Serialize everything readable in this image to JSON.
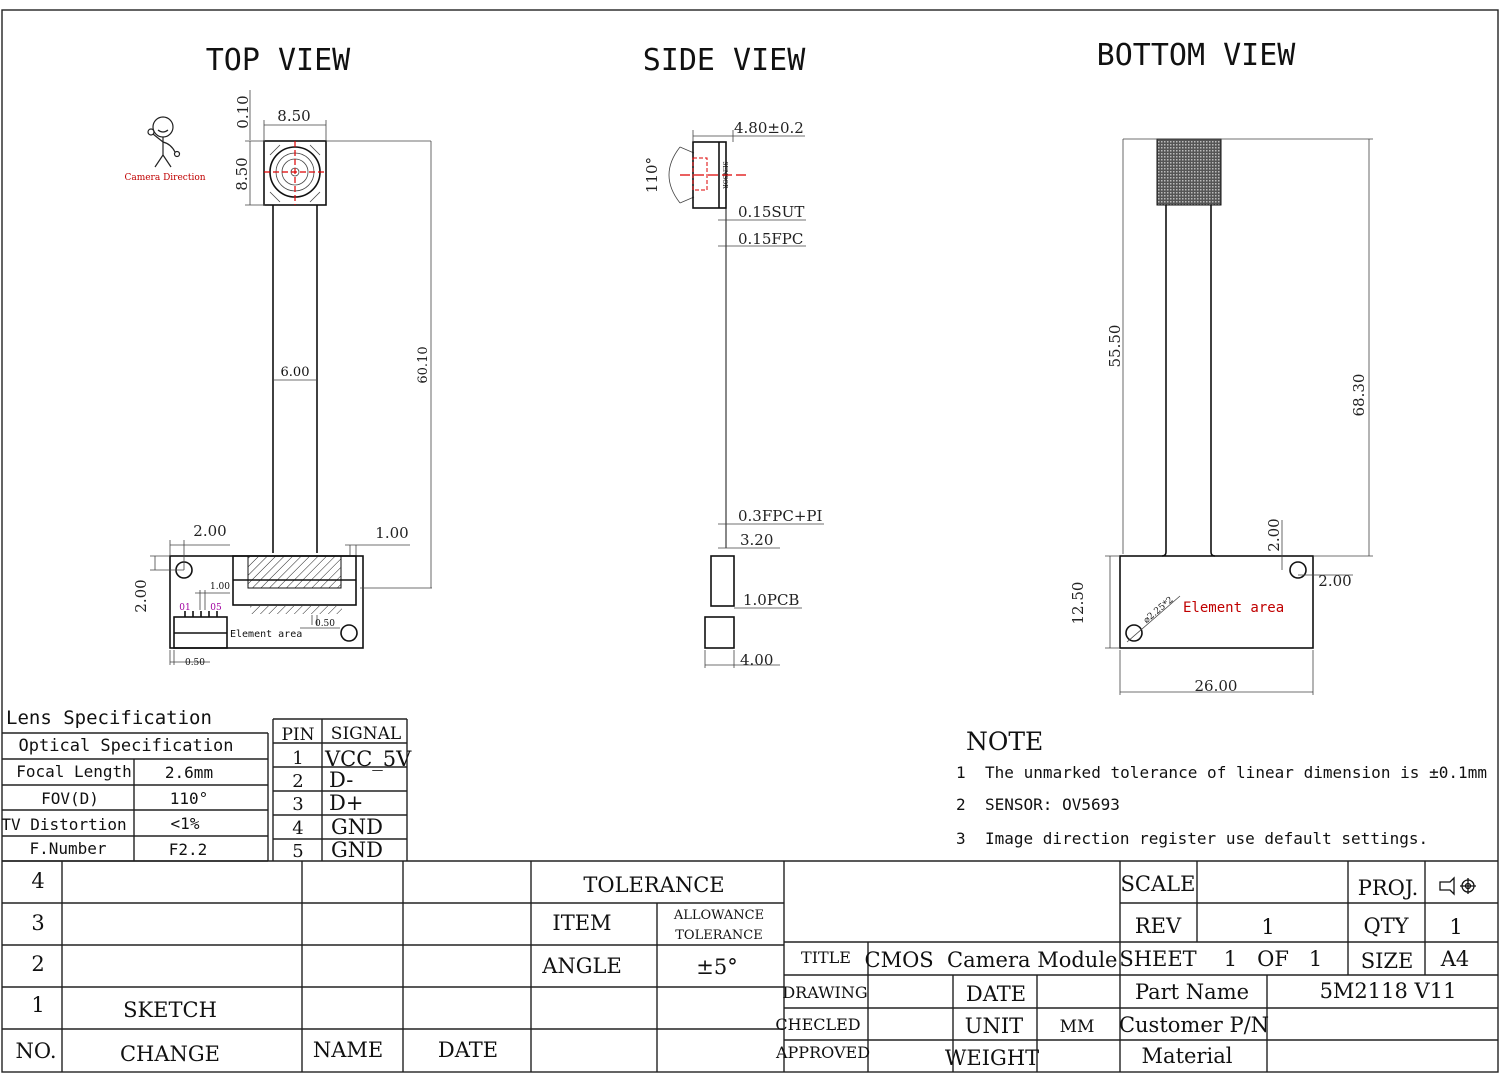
{
  "views": {
    "top": "TOP VIEW",
    "side": "SIDE VIEW",
    "bottom": "BOTTOM VIEW"
  },
  "top_view": {
    "camera_direction": "Camera Direction",
    "dims": {
      "d010": "0.10",
      "d850w": "8.50",
      "d850h": "8.50",
      "d600": "6.00",
      "d6010": "60.10",
      "d200a": "2.00",
      "d100a": "1.00",
      "d200b": "2.00",
      "d100b": "1.00",
      "d050a": "0.50",
      "d050b": "0.50"
    },
    "pin_first": "01",
    "pin_last": "05",
    "element_area": "Element area"
  },
  "side_view": {
    "angle": "110°",
    "sensor_label": "SENSOR",
    "dims": {
      "thick": "4.80±0.2",
      "sut": "0.15SUT",
      "fpc": "0.15FPC",
      "fpcpi": "0.3FPC+PI",
      "d320": "3.20",
      "pcb": "1.0PCB",
      "d400": "4.00"
    }
  },
  "bottom_view": {
    "dims": {
      "d5550": "55.50",
      "d6830": "68.30",
      "d200a": "2.00",
      "d200b": "2.00",
      "d1250": "12.50",
      "d2600": "26.00",
      "hole": "⌀2.25*2"
    },
    "element_area": "Element area"
  },
  "lens_spec": {
    "title": "Lens Specification",
    "header": "Optical Specification",
    "rows": [
      {
        "label": "Focal Length",
        "value": "2.6mm"
      },
      {
        "label": "FOV(D)",
        "value": "110°"
      },
      {
        "label": "TV Distortion",
        "value": "<1%"
      },
      {
        "label": "F.Number",
        "value": "F2.2"
      }
    ]
  },
  "pin_table": {
    "headers": [
      "PIN",
      "SIGNAL"
    ],
    "rows": [
      {
        "pin": "1",
        "signal": "VCC_5V"
      },
      {
        "pin": "2",
        "signal": "D-"
      },
      {
        "pin": "3",
        "signal": "D+"
      },
      {
        "pin": "4",
        "signal": "GND"
      },
      {
        "pin": "5",
        "signal": "GND"
      }
    ]
  },
  "note": {
    "title": "NOTE",
    "items": [
      {
        "num": "1",
        "text": "The unmarked tolerance of linear dimension is ±0.1mm"
      },
      {
        "num": "2",
        "text": "SENSOR: OV5693"
      },
      {
        "num": "3",
        "text": "Image direction register use default settings."
      }
    ]
  },
  "title_block": {
    "revisions": [
      "4",
      "3",
      "2",
      "1"
    ],
    "sketch": "SKETCH",
    "no": "NO.",
    "change": "CHANGE",
    "name": "NAME",
    "date": "DATE",
    "tolerance": "TOLERANCE",
    "item": "ITEM",
    "allowance1": "ALLOWANCE",
    "allowance2": "TOLERANCE",
    "angle": "ANGLE",
    "angle_tol": "±5°",
    "scale": "SCALE",
    "proj": "PROJ.",
    "rev_label": "REV",
    "rev_value": "1",
    "qty_label": "QTY",
    "qty_value": "1",
    "sheet_label": "SHEET",
    "sheet_value": "1   OF   1",
    "size_label": "SIZE",
    "size_value": "A4",
    "title_label": "TITLE",
    "title_value": "CMOS  Camera Module",
    "drawing": "DRAWING",
    "checked": "CHECLED",
    "approved": "APPROVED",
    "date_label": "DATE",
    "unit_label": "UNIT",
    "unit_value": "MM",
    "weight_label": "WEIGHT",
    "part_name_label": "Part Name",
    "part_name_value": "5M2118 V11",
    "customer_pn_label": "Customer P/N",
    "material_label": "Material"
  }
}
